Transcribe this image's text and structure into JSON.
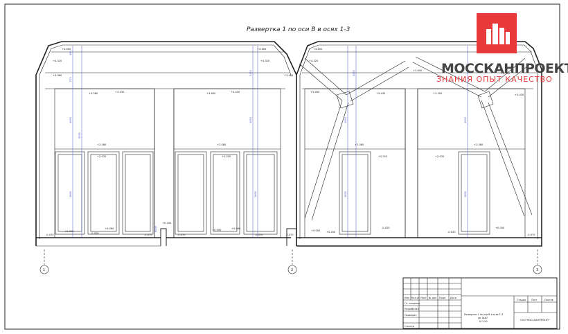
{
  "drawing": {
    "title": "Развертка 1 по оси В в осях 1-3",
    "axes": [
      "1",
      "2",
      "3"
    ],
    "levels": {
      "top_a": "+4.600",
      "top_b": "+4.320",
      "arch_b": "+3.960",
      "mid_a": "+3.560",
      "mid_b": "+3.430",
      "mid_c": "+3.600",
      "mid_d": "+3.550",
      "door_a": "+2.080",
      "door_b": "+2.020",
      "door_c": "+2.010",
      "floor_a": "+0.000",
      "floor_b": "-0.070",
      "floor_c": "+0.060",
      "floor_d": "-0.020",
      "floor_e": "+0.200"
    },
    "dims": [
      "3150",
      "1650",
      "1900",
      "570",
      "5055",
      "6000",
      "390"
    ]
  },
  "logo": {
    "name": "МОССКАНПРОЕКТ",
    "tagline": "ЗНАНИЯ ОПЫТ КАЧЕСТВО"
  },
  "stamp": {
    "header_cells": [
      "Изм",
      "Кол.уч",
      "Лист",
      "№ док",
      "Подп.",
      "Дата"
    ],
    "roles": [
      "Гл. инженер",
      "Разработал",
      "Проверил",
      "Н.контр"
    ],
    "sheet_headers": [
      "Стадия",
      "Лист",
      "Листов"
    ],
    "sheet_title_1": "Развертка 1 по оси В в осях 1-3",
    "sheet_title_2": "кв. №67",
    "sheet_title_3": "М 1:50",
    "company": "ООО\"МОССКАНПРОЕКТ\""
  }
}
